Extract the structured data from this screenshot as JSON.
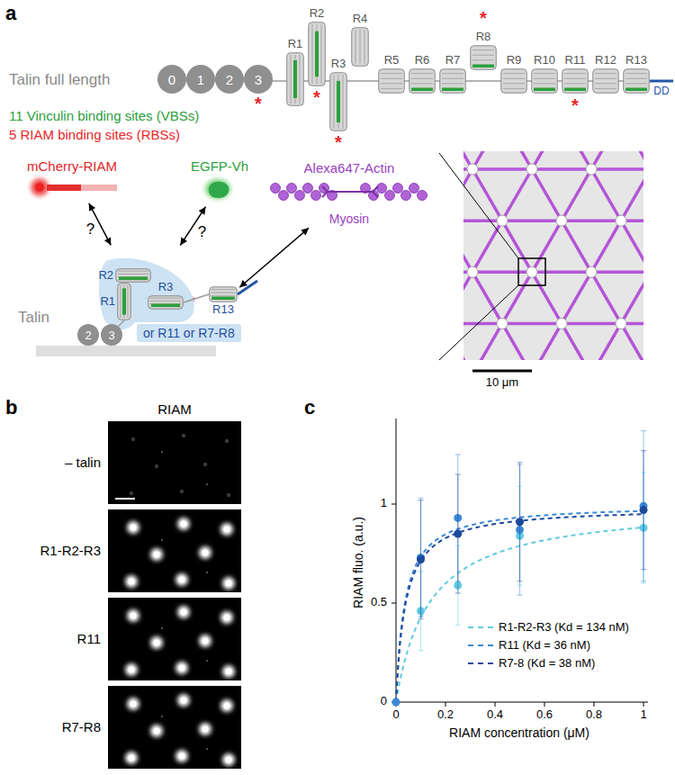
{
  "diagram": {
    "nodes": [
      {
        "text": [
          "0"
        ]
      },
      {
        "text": [
          "1"
        ]
      },
      {
        "text": [
          "2"
        ]
      },
      {
        "text": [
          "3"
        ]
      },
      {
        "text": [
          "R1"
        ]
      },
      {
        "text": [
          "R2"
        ]
      },
      {
        "text": [
          "R3"
        ]
      },
      {
        "text": [
          "R4"
        ]
      },
      {
        "text": [
          "R5"
        ]
      },
      {
        "text": [
          "R6"
        ]
      },
      {
        "text": [
          "R7"
        ]
      },
      {
        "text": [
          "R8"
        ]
      },
      {
        "text": [
          "R9"
        ]
      },
      {
        "text": [
          "R10"
        ]
      },
      {
        "text": [
          "R11"
        ]
      },
      {
        "text": [
          "R12"
        ]
      },
      {
        "text": [
          "R13"
        ]
      },
      {
        "text": [
          "mCherry-RIAM"
        ]
      },
      {
        "text": [
          "EGFP-Vh"
        ]
      },
      {
        "text": [
          "Alexa647-Actin",
          "Myosin"
        ]
      },
      {
        "text": [
          "Talin"
        ]
      },
      {
        "text": [
          "R2"
        ],
        "in": 20
      },
      {
        "text": [
          "R1"
        ],
        "in": 20
      },
      {
        "text": [
          "R3"
        ],
        "in": 20
      },
      {
        "text": [
          "R13"
        ],
        "in": 20
      },
      {
        "text": [
          "2"
        ],
        "in": 20
      },
      {
        "text": [
          "3"
        ],
        "in": 20
      },
      {
        "text": [
          "or R11 or R7-R8"
        ],
        "in": 20
      }
    ],
    "edges": [
      {
        "from": 17,
        "to": 20,
        "arrow": "both",
        "label": "?"
      },
      {
        "from": 18,
        "to": 20,
        "arrow": "both",
        "label": "?"
      },
      {
        "from": 24,
        "to": 19,
        "arrow": "both"
      }
    ],
    "labels": [
      "a",
      "Talin full length",
      "*",
      "*",
      "*",
      "*",
      "*",
      "DD",
      "11 Vinculin binding sites (VBSs)",
      "5 RIAM binding sites (RBSs)",
      "*",
      "*",
      "10 μm",
      "b",
      "RIAM",
      "– talin",
      "R1-R2-R3",
      "R11",
      "R7-R8",
      "c",
      "RIAM fluo. (a.u.)",
      "RIAM concentration (μM)",
      "0",
      "0.2",
      "0.4",
      "0.6",
      "0.8",
      "1",
      "0",
      "0.5",
      "1"
    ],
    "legend": [
      {
        "text": "R1-R2-R3 (Kd = 134 nM)"
      },
      {
        "text": "R11 (Kd = 36 nM)"
      },
      {
        "text": "R7-8 (Kd = 38 nM)"
      }
    ]
  }
}
